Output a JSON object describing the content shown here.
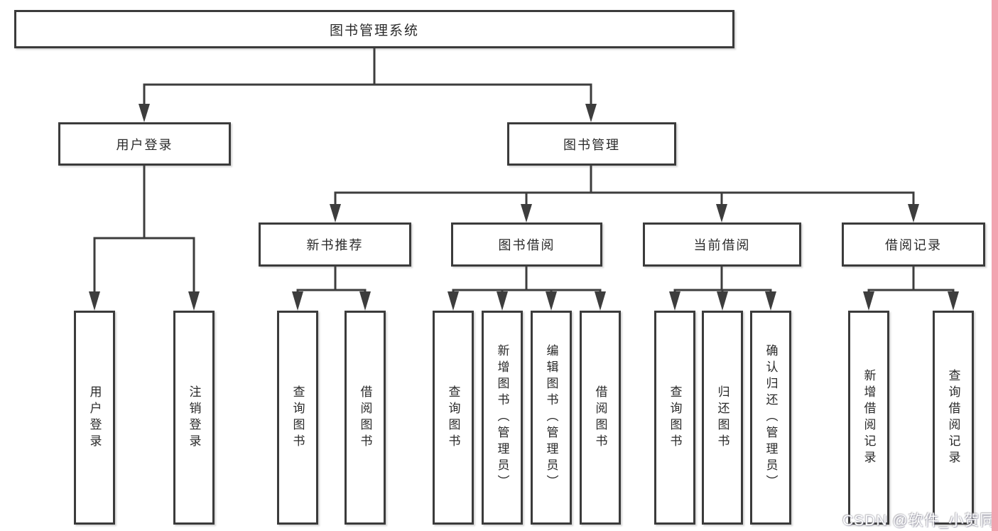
{
  "diagram": {
    "root": {
      "label": "图书管理系统"
    },
    "branches": [
      {
        "label": "用户登录",
        "children": [
          {
            "label": "用户登录"
          },
          {
            "label": "注销登录"
          }
        ]
      },
      {
        "label": "图书管理",
        "children": [
          {
            "label": "新书推荐",
            "children": [
              {
                "label": "查询图书"
              },
              {
                "label": "借阅图书"
              }
            ]
          },
          {
            "label": "图书借阅",
            "children": [
              {
                "label": "查询图书"
              },
              {
                "label": "新增图书（管理员）"
              },
              {
                "label": "编辑图书（管理员）"
              },
              {
                "label": "借阅图书"
              }
            ]
          },
          {
            "label": "当前借阅",
            "children": [
              {
                "label": "查询图书"
              },
              {
                "label": "归还图书"
              },
              {
                "label": "确认归还（管理员）"
              }
            ]
          },
          {
            "label": "借阅记录",
            "children": [
              {
                "label": "新增借阅记录"
              },
              {
                "label": "查询借阅记录"
              }
            ]
          }
        ]
      }
    ]
  },
  "watermark": {
    "text": "CSDN @软件_小贺同学"
  },
  "colors": {
    "line": "#3d3d3d",
    "box_border": "#3b3b3b",
    "background": "#ffffff",
    "watermark_text": "#ffffff",
    "right_strip": "#f2a4b0"
  }
}
